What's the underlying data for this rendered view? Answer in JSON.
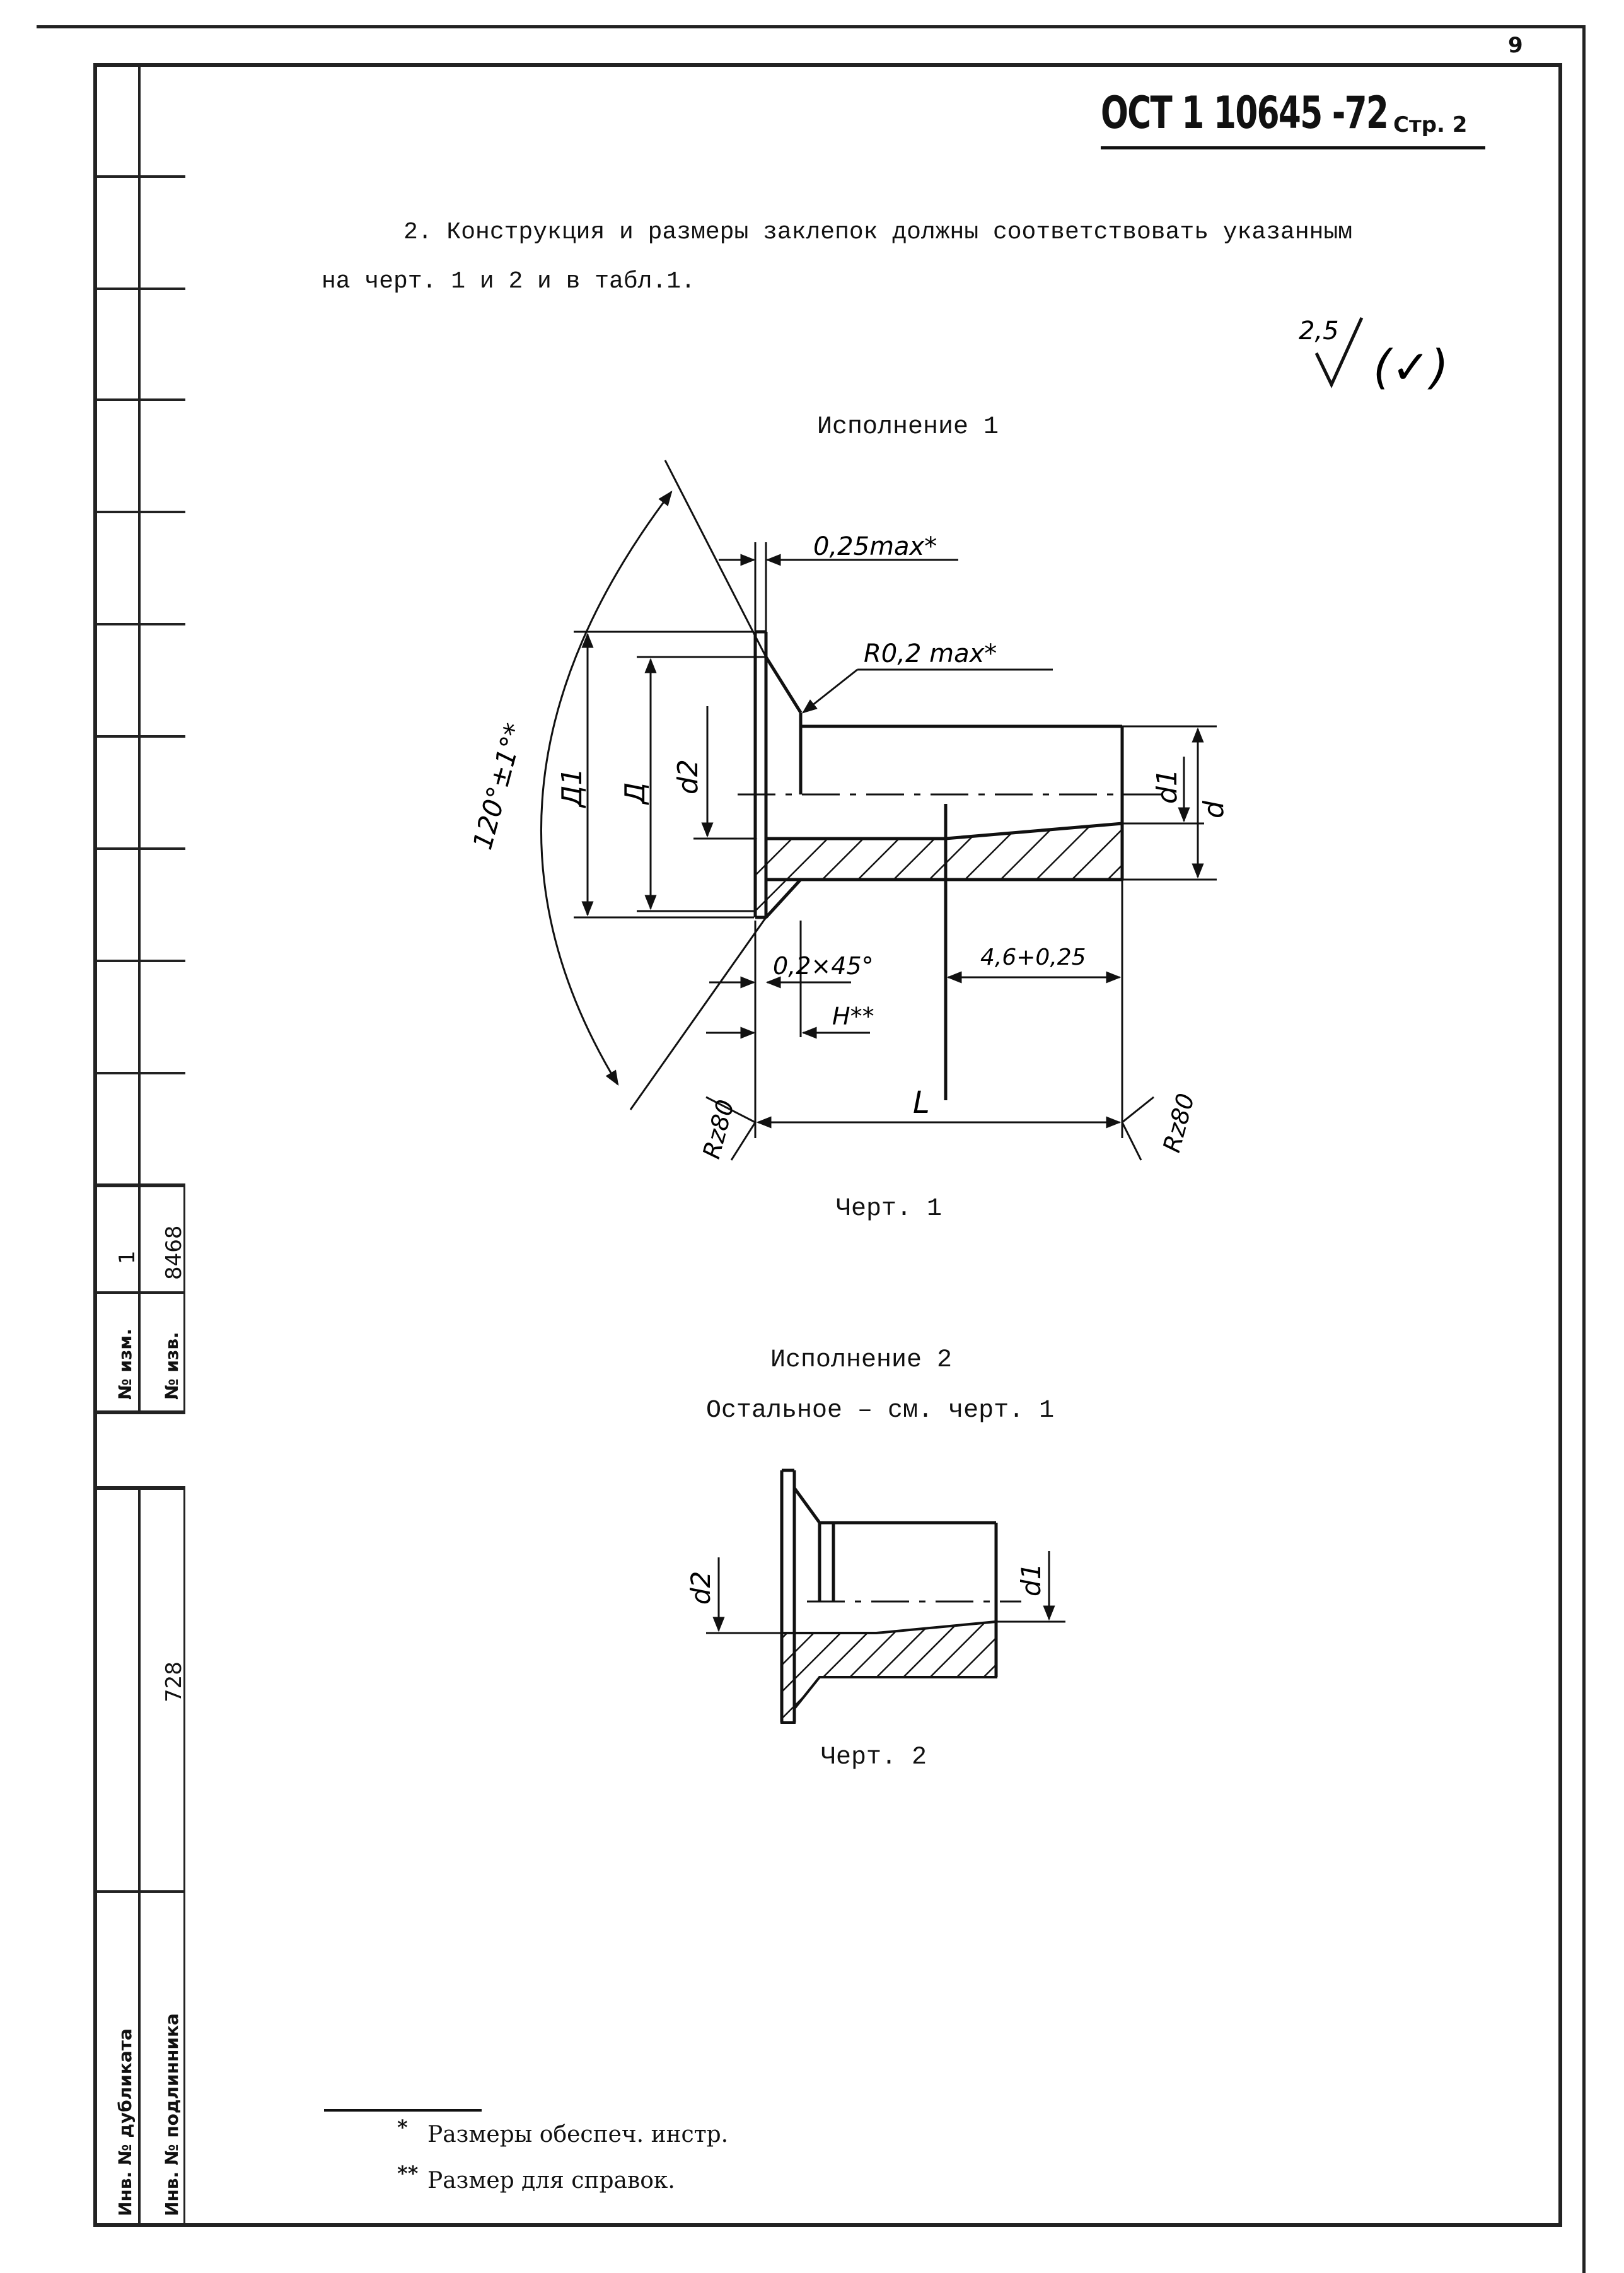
{
  "page_number": "9",
  "header": {
    "doc_code": "ОСТ 1 10645 -72",
    "page_label": "Стр. 2"
  },
  "paragraph": {
    "line1": "2. Конструкция и размеры заклепок должны соответствовать указанным",
    "line2": "на черт. 1 и 2 и в табл.1."
  },
  "roughness_symbol": {
    "value": "2,5",
    "parenthesized_mark": "(✓)"
  },
  "figure1": {
    "title": "Исполнение 1",
    "caption": "Черт. 1",
    "labels": {
      "angle": "120°±1°*",
      "chamfer_max": "0,25max*",
      "radius": "R0,2 max*",
      "D1": "Д1",
      "D": "Д",
      "d2": "d2",
      "d1": "d1",
      "d": "d",
      "chamfer": "0,2×45°",
      "length_tol": "4,6+0,25",
      "H": "H**",
      "L": "L",
      "rz_left": "Rz80",
      "rz_right": "Rz80"
    }
  },
  "figure2": {
    "title_line1": "Исполнение 2",
    "title_line2": "Остальное – см. черт. 1",
    "caption": "Черт. 2",
    "labels": {
      "d2": "d2",
      "d1": "d1"
    }
  },
  "footnotes": [
    {
      "mark": "*",
      "text": "Размеры обеспеч. инстр."
    },
    {
      "mark": "**",
      "text": "Размер для справок."
    }
  ],
  "stamp": {
    "change_no_label": "№ изм.",
    "change_no_value": "1",
    "notice_no_label": "№ изв.",
    "notice_no_value": "8468",
    "duplicate_inv_label": "Инв. № дубликата",
    "original_inv_label": "Инв. № подлинника",
    "original_inv_value": "728"
  }
}
